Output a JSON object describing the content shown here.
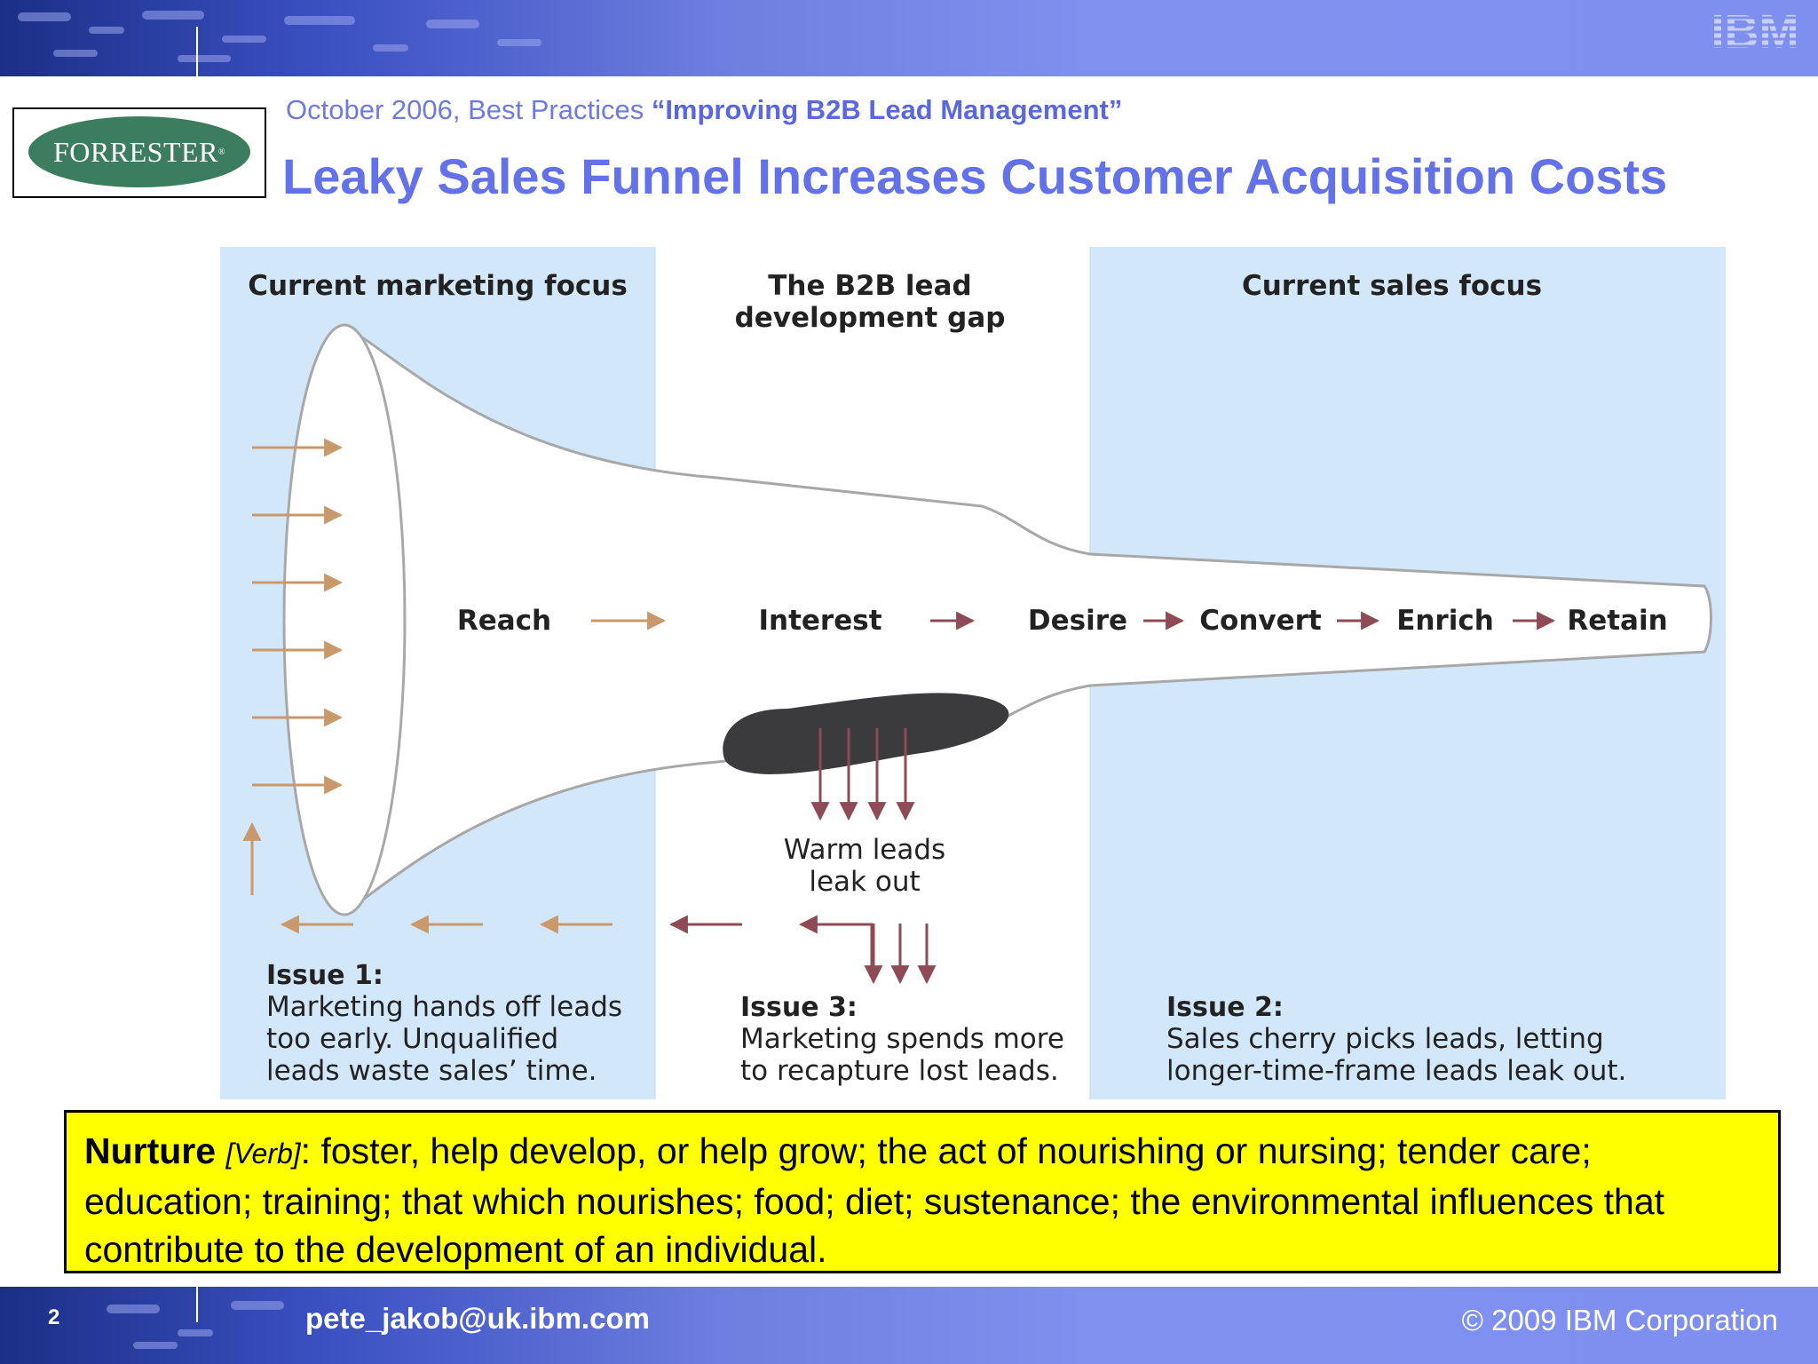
{
  "header": {
    "logo_text": "IBM",
    "source_date": "October 2006, Best Practices ",
    "source_report": "“Improving B2B Lead Management”",
    "title": "Leaky Sales Funnel Increases Customer Acquisition Costs"
  },
  "forrester_logo": "FORRESTER",
  "diagram": {
    "col_marketing": "Current marketing focus",
    "col_gap_line1": "The B2B lead",
    "col_gap_line2": "development gap",
    "col_sales": "Current sales focus",
    "stages": [
      "Reach",
      "Interest",
      "Desire",
      "Convert",
      "Enrich",
      "Retain"
    ],
    "leak_line1": "Warm leads",
    "leak_line2": "leak out",
    "issue1_title": "Issue 1:",
    "issue1_lines": [
      "Marketing hands off leads",
      "too early. Unqualified",
      "leads waste sales’ time."
    ],
    "issue3_title": "Issue 3:",
    "issue3_lines": [
      "Marketing spends more",
      "to recapture lost leads."
    ],
    "issue2_title": "Issue 2:",
    "issue2_lines": [
      "Sales cherry picks leads, letting",
      "longer-time-frame leads leak out."
    ],
    "colors": {
      "panel_blue": "#d3e7fb",
      "arrow_tan": "#c9986b",
      "arrow_maroon": "#8e4a55",
      "leak_dark": "#3b3b3d"
    }
  },
  "definition": {
    "term": "Nurture",
    "pos": "[Verb]",
    "text": ": foster, help develop, or help grow; the act of nourishing or nursing; tender care; education; training; that which nourishes; food; diet; sustenance; the environmental influences that contribute to the development of an individual."
  },
  "footer": {
    "page_number": "2",
    "email": "pete_jakob@uk.ibm.com",
    "copyright": "© 2009 IBM Corporation"
  }
}
